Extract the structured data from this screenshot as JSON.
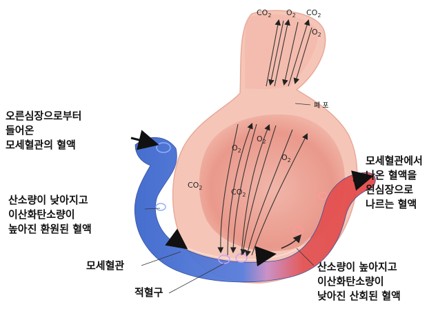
{
  "labels": {
    "top_gases": [
      "CO2",
      "O2",
      "CO2",
      "O2"
    ],
    "inner_gases": [
      "O2",
      "O2",
      "O2",
      "CO2",
      "CO2"
    ],
    "lung": "폐 포",
    "incoming_blood": [
      "오른심장으로부터",
      "들어온",
      "모세혈관의 혈액"
    ],
    "reduced_blood": [
      "산소량이 낮아지고",
      "이산화탄소량이",
      "높아진 환원된 혈액"
    ],
    "capillary": "모세혈관",
    "red_cell": "적혈구",
    "outgoing_blood": [
      "모세혈관에서",
      "나온 혈액을",
      "왼심장으로",
      "나르는 혈액"
    ],
    "oxidized_blood": [
      "산소량이 높아지고",
      "이산화탄소량이",
      "낮아진 산회된 혈액"
    ]
  },
  "colors": {
    "alveolus_outer": "#f4c2b4",
    "alveolus_inner": "#e79a8e",
    "vein_blue": "#3f6fd0",
    "artery_red": "#e04343",
    "arrow": "#222222"
  }
}
